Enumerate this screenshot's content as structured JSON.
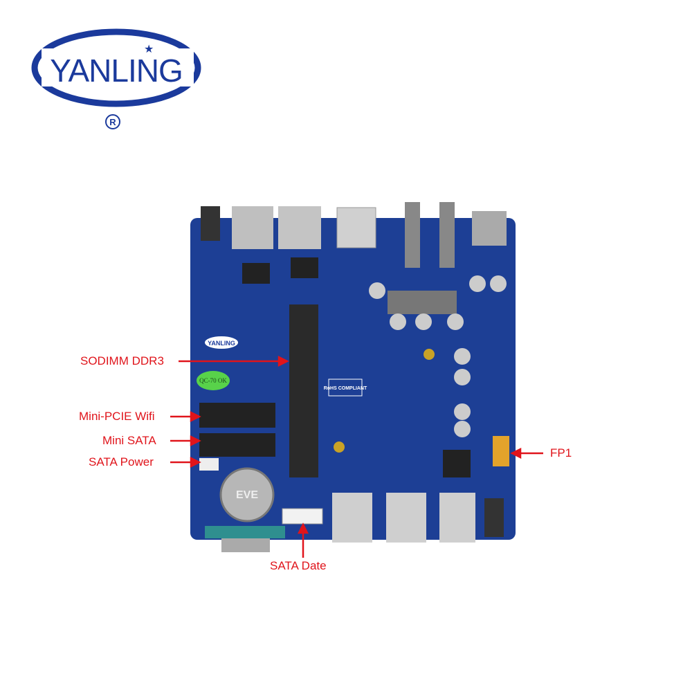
{
  "logo": {
    "text": "YANLING",
    "mark": "®",
    "color": "#1b3a9c"
  },
  "board": {
    "color": "#1d3f95",
    "silkscreen": [
      "YANLING",
      "RoHS COMPLIANT",
      "QC-70 OK",
      "EVE"
    ]
  },
  "callouts": {
    "sodimm": "SODIMM DDR3",
    "minipcie": "Mini-PCIE Wifi",
    "minisata": "Mini SATA",
    "satapower": "SATA Power",
    "fp1": "FP1",
    "satadata": "SATA Date"
  },
  "callout_color": "#e0141b"
}
